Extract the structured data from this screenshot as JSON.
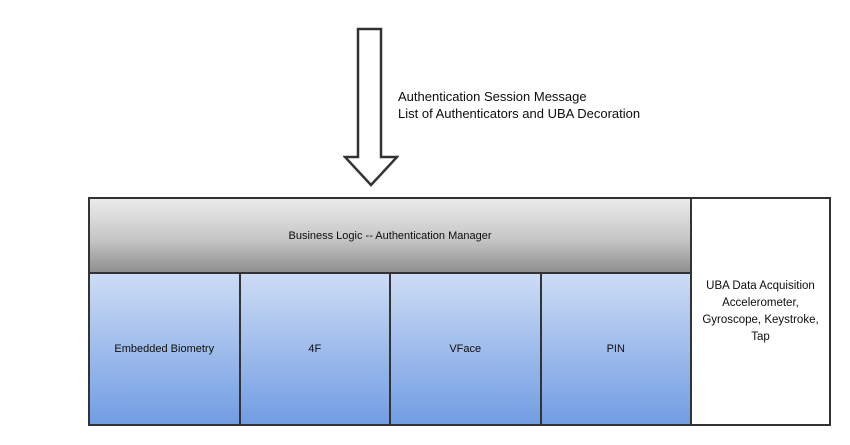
{
  "arrow": {
    "label_line1": "Authentication Session Message",
    "label_line2": "List of Authenticators and UBA Decoration"
  },
  "manager_box": {
    "label": "Business Logic -- Authentication Manager"
  },
  "authenticator_boxes": [
    {
      "label": "Embedded Biometry"
    },
    {
      "label": "4F"
    },
    {
      "label": "VFace"
    },
    {
      "label": "PIN"
    }
  ],
  "uba_box": {
    "label": "UBA Data Acquisition\nAccelerometer,\nGyroscope, Keystroke,\nTap"
  },
  "colors": {
    "border": "#333333",
    "gray_gradient_top": "#ebebeb",
    "gray_gradient_bottom": "#8f8f8f",
    "blue_gradient_top": "#cddcf5",
    "blue_gradient_bottom": "#719de2",
    "background": "#ffffff"
  }
}
